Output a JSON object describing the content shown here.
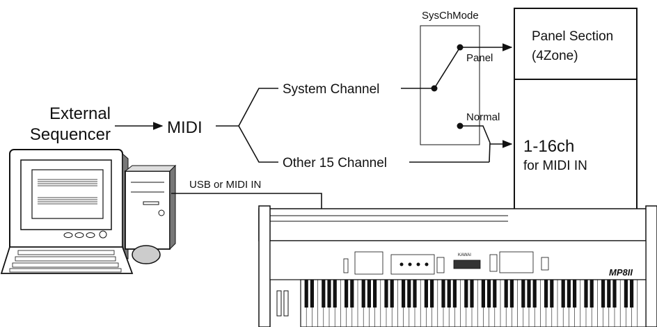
{
  "diagram": {
    "external_sequencer": [
      "External",
      "Sequencer"
    ],
    "midi": "MIDI",
    "system_channel": "System Channel",
    "other_channels": "Other 15 Channel",
    "syschmode": "SysChMode",
    "switch_panel": "Panel",
    "switch_normal": "Normal",
    "panel_section": [
      "Panel Section",
      "(4Zone)"
    ],
    "ch_box": {
      "main": "1-16ch",
      "sub": "for MIDI IN"
    },
    "connection": "USB or MIDI IN",
    "keyboard": {
      "brand": "KAWAI",
      "model": "MP8II"
    }
  }
}
